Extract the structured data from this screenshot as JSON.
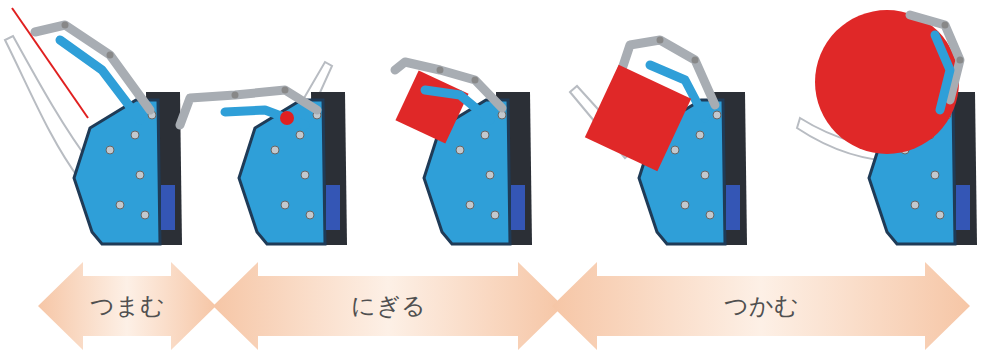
{
  "diagram": {
    "nodes": [
      {
        "text": [
          "つまむ"
        ]
      },
      {
        "text": [
          "にぎる"
        ]
      },
      {
        "text": [
          "つかむ"
        ]
      }
    ]
  }
}
